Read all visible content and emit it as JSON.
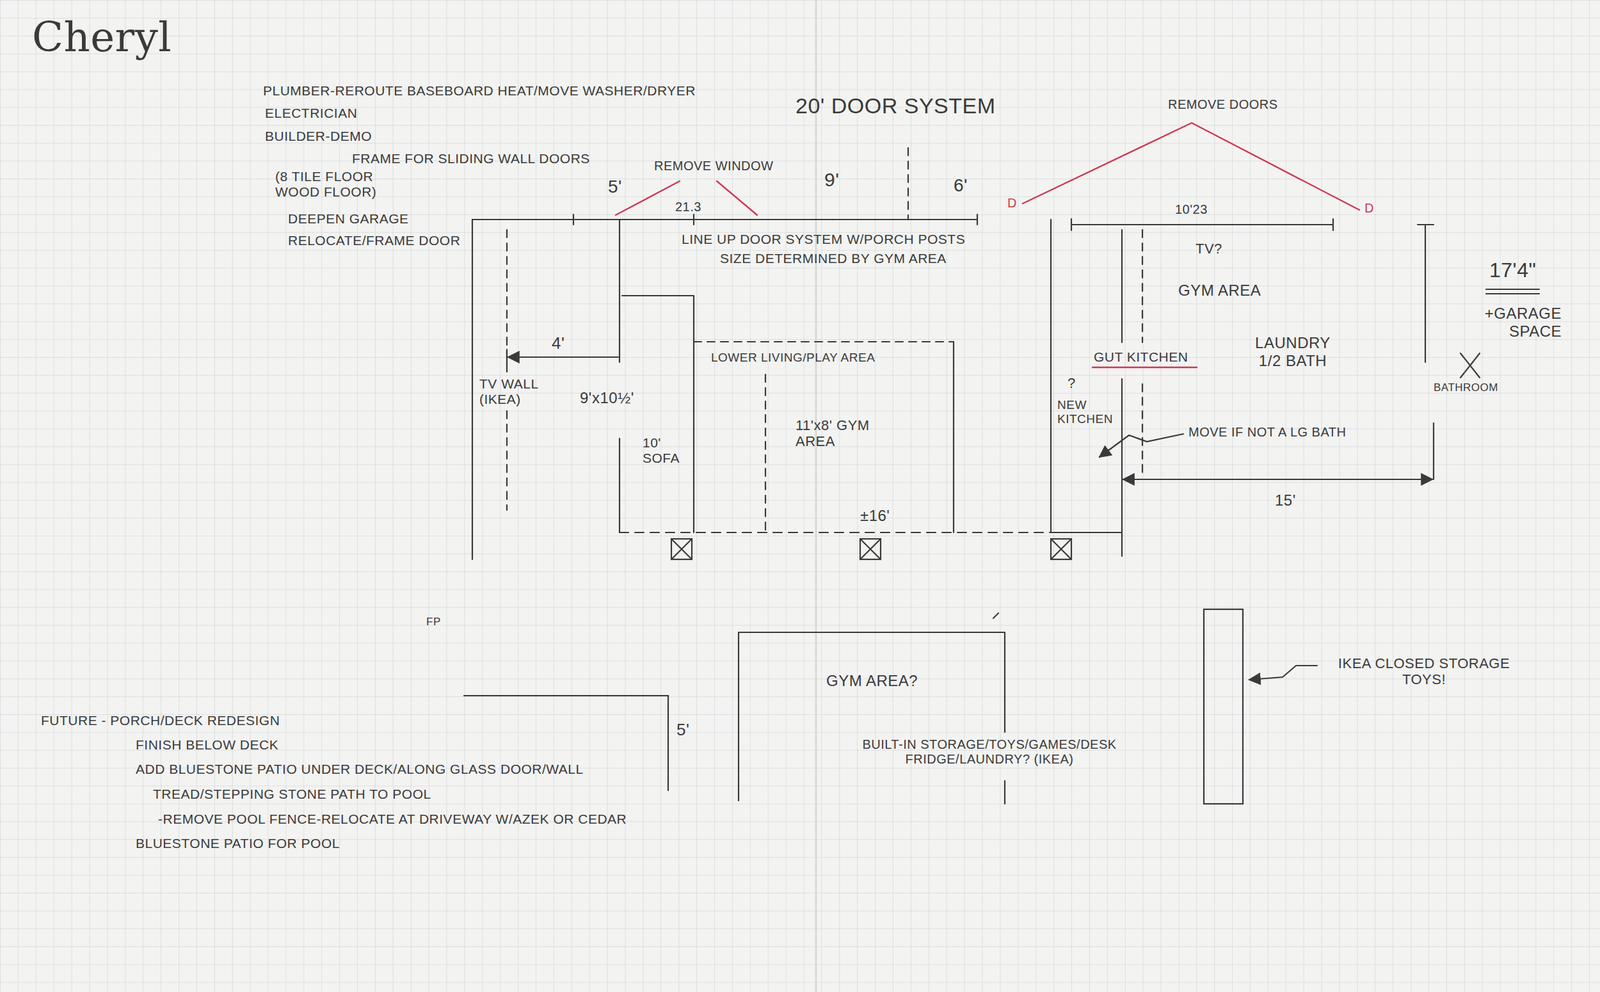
{
  "diagram": {
    "title": "Cheryl",
    "labels": [
      "PLUMBER-REROUTE BASEBOARD HEAT/MOVE WASHER/DRYER",
      "ELECTRICIAN",
      "BUILDER-DEMO",
      "FRAME FOR SLIDING WALL DOORS",
      "(8 TILE FLOOR WOOD FLOOR)",
      "DEEPEN GARAGE",
      "RELOCATE/FRAME DOOR",
      "20' DOOR SYSTEM",
      "REMOVE WINDOW",
      "5'",
      "21.3",
      "9'",
      "6'",
      "REMOVE DOORS",
      "D",
      "D",
      "10'23",
      "LINE UP DOOR SYSTEM W/PORCH POSTS",
      "SIZE DETERMINED BY GYM AREA",
      "TV?",
      "GYM AREA",
      "17'4\"",
      "+GARAGE SPACE",
      "GUT KITCHEN",
      "LAUNDRY 1/2 BATH",
      "BATHROOM",
      "?",
      "NEW KITCHEN",
      "MOVE IF NOT A LG BATH",
      "15'",
      "4'",
      "TV WALL (IKEA)",
      "9'x10½'",
      "LOWER LIVING/PLAY AREA",
      "11'x8' GYM AREA",
      "10' SOFA",
      "±16'",
      "FP",
      "GYM AREA?",
      "5'",
      "BUILT-IN STORAGE/TOYS/GAMES/DESK FRIDGE/LAUNDRY? (IKEA)",
      "IKEA CLOSED STORAGE TOYS!",
      "FUTURE - PORCH/DECK REDESIGN",
      "FINISH BELOW DECK",
      "ADD BLUESTONE PATIO UNDER DECK/ALONG GLASS DOOR/WALL",
      "TREAD/STEPPING STONE PATH TO POOL",
      "-REMOVE POOL FENCE-RELOCATE AT DRIVEWAY W/AZEK OR CEDAR",
      "BLUESTONE PATIO FOR POOL"
    ]
  }
}
